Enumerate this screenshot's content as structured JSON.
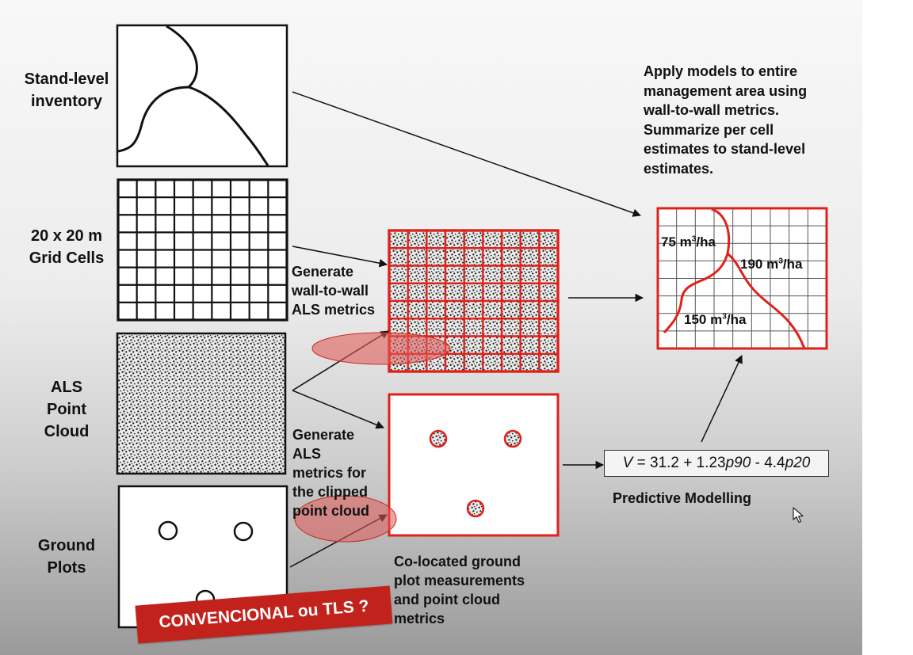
{
  "labels": {
    "stand_level": [
      "Stand-level",
      "inventory"
    ],
    "grid_cells": [
      "20 x 20 m",
      "Grid Cells"
    ],
    "als_point_cloud": [
      "ALS",
      "Point",
      "Cloud"
    ],
    "ground_plots": [
      "Ground",
      "Plots"
    ]
  },
  "steps": {
    "wall_to_wall": [
      "Generate",
      "wall-to-wall",
      "ALS metrics"
    ],
    "clipped": [
      "Generate",
      "ALS",
      "metrics for",
      "the clipped",
      "point cloud"
    ],
    "colocated": [
      "Co-located ground",
      "plot measurements",
      "and point cloud",
      "metrics"
    ]
  },
  "apply_note": [
    "Apply models to entire",
    "management area using",
    "wall-to-wall metrics.",
    "Summarize per cell",
    "estimates to stand-level",
    "estimates."
  ],
  "map_values": {
    "v1": {
      "num": "75 m",
      "sup": "3",
      "unit": "/ha"
    },
    "v2": {
      "num": "190 m",
      "sup": "3",
      "unit": "/ha"
    },
    "v3": {
      "num": "150 m",
      "sup": "3",
      "unit": "/ha"
    }
  },
  "formula": {
    "v": "V",
    "eq": " = 31.2 + 1.23",
    "p90": "p90",
    "mid": " - 4.4",
    "p20": "p20"
  },
  "predictive_modelling": "Predictive Modelling",
  "banner": "CONVENCIONAL ou TLS ?",
  "colors": {
    "accent_red": "#e0201a",
    "highlight_red": "#e05a58",
    "banner_red": "#c2221c"
  },
  "icons": [
    "mouse-cursor-icon"
  ]
}
